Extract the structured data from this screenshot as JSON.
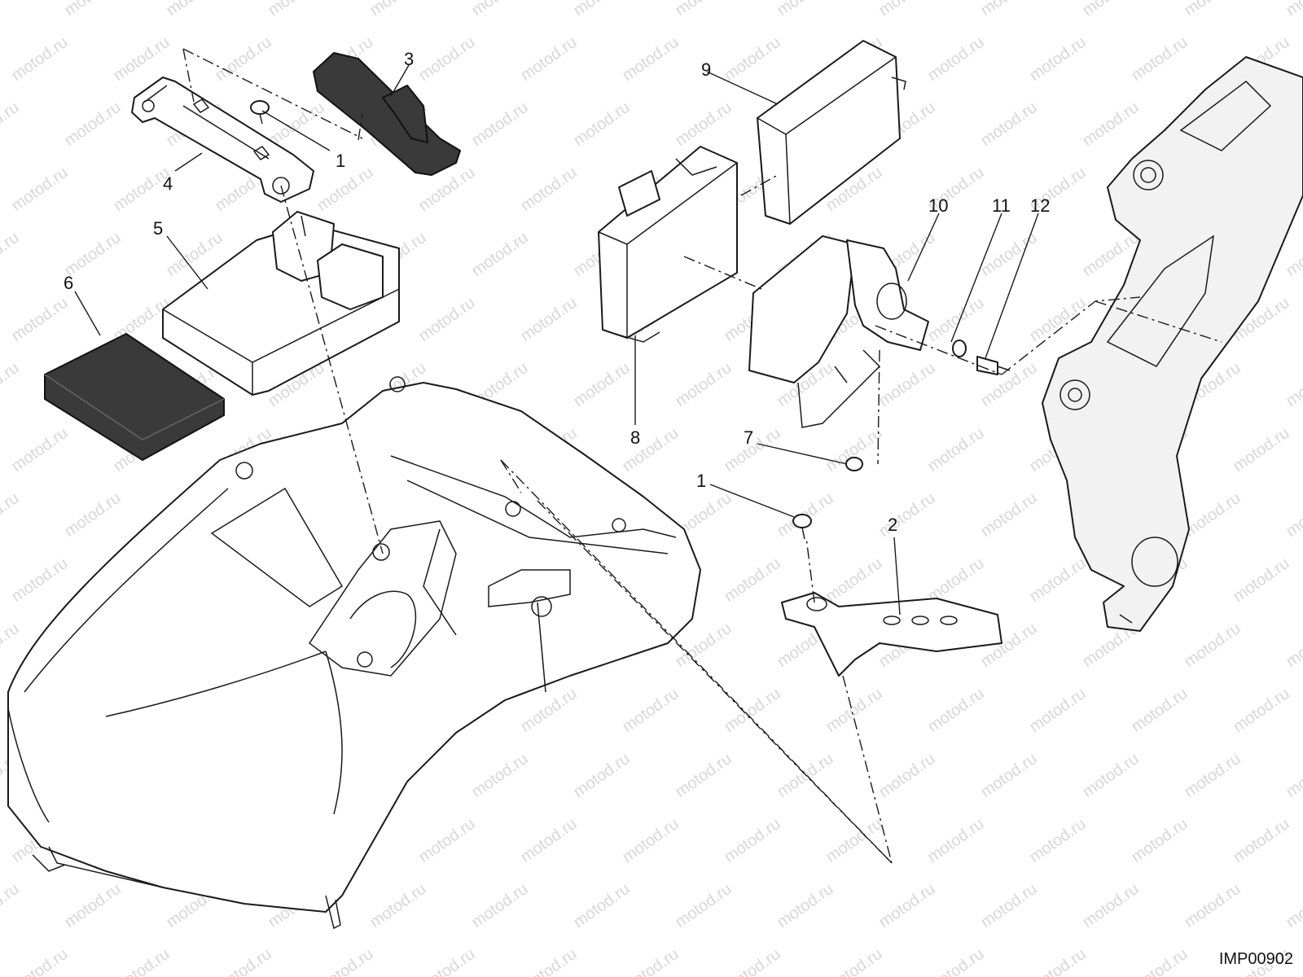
{
  "callouts": {
    "n1": "1",
    "n2": "2",
    "n3": "3",
    "n4": "4",
    "n5": "5",
    "n6": "6",
    "n7": "7",
    "n8": "8",
    "n9": "9",
    "n10": "10",
    "n11": "11",
    "n12": "12"
  },
  "drawing_ref": "IMP00902",
  "watermark": "motod.ru"
}
